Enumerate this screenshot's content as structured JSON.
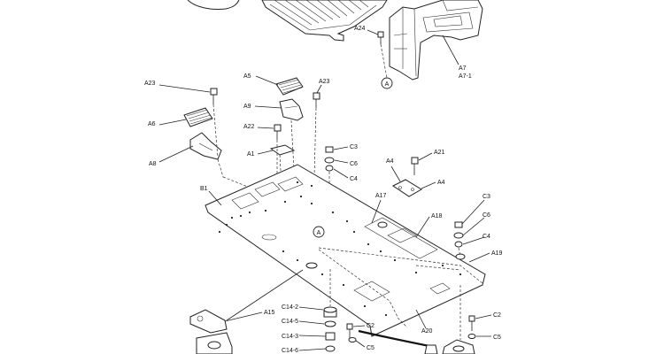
{
  "diagram": {
    "labels": {
      "A24": "A24",
      "A7": "A7",
      "A7_1": "A7-1",
      "ref_a_top": "A",
      "A23_left": "A23",
      "A5": "A5",
      "A23_right": "A23",
      "A9": "A9",
      "A6": "A6",
      "A22": "A22",
      "A1": "A1",
      "A8": "A8",
      "C3_top": "C3",
      "C6_top": "C6",
      "C4_top": "C4",
      "A4_upper": "A4",
      "A21": "A21",
      "A4_lower": "A4",
      "B1": "B1",
      "A17": "A17",
      "C3_right": "C3",
      "C6_right": "C6",
      "C4_right": "C4",
      "A18": "A18",
      "ref_a_mid": "A",
      "A19": "A19",
      "C14_2": "C14-2",
      "A15": "A15",
      "C14_5": "C14-5",
      "C2_left": "C2",
      "C14_3": "C14-3",
      "A20": "A20",
      "C5_left": "C5",
      "C14_6": "C14-6",
      "C2_right": "C2",
      "C5_right": "C5"
    }
  }
}
